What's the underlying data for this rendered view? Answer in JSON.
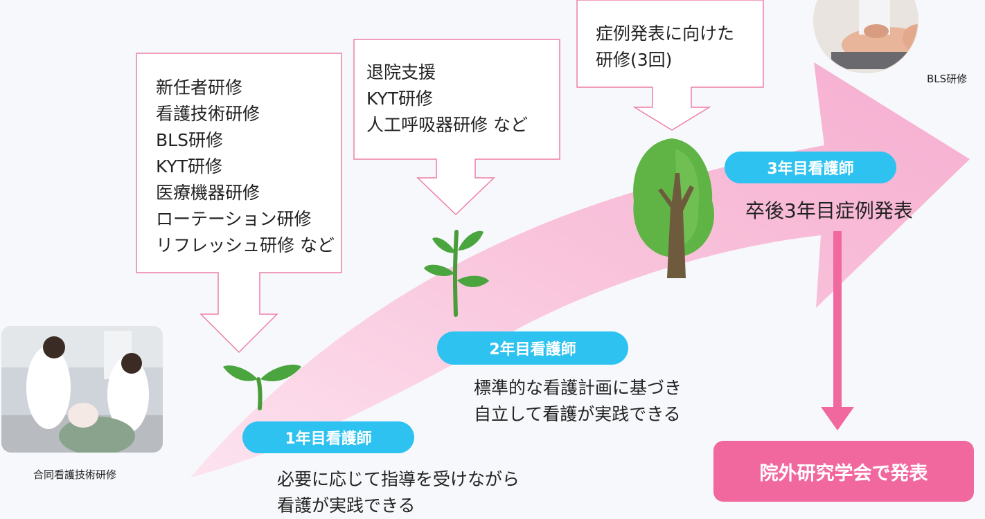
{
  "callouts": {
    "year1_training": "新任者研修\n看護技術研修\nBLS研修\nKYT研修\n医療機器研修\nローテーション研修\nリフレッシュ研修 など",
    "year2_training": "退院支援\nKYT研修\n人工呼吸器研修 など",
    "year3_training": "症例発表に向けた\n研修(3回)"
  },
  "stages": {
    "year1": {
      "label": "1年目看護師",
      "description": "必要に応じて指導を受けながら\n看護が実践できる"
    },
    "year2": {
      "label": "2年目看護師",
      "description": "標準的な看護計画に基づき\n自立して看護が実践できる"
    },
    "year3": {
      "label": "3年目看護師",
      "description": "卒後3年目症例発表"
    }
  },
  "result": {
    "label": "院外研究学会で発表"
  },
  "photos": {
    "group_training_caption": "合同看護技術研修",
    "bls_caption": "BLS研修"
  },
  "colors": {
    "arrow_pink": "#f9c2dc",
    "pill_blue": "#2ec2f0",
    "result_pink": "#f1689f",
    "callout_border": "#ee7fa6",
    "leaf_green": "#5fb445"
  }
}
